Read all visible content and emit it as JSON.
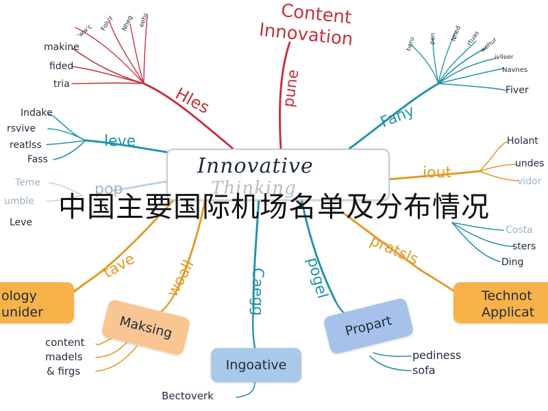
{
  "center": {
    "title": "Innovative",
    "subtitle": "Thinking"
  },
  "overlay_title": "中国主要国际机场名单及分布情况",
  "branches": {
    "top": {
      "title_line1": "Content",
      "title_line2": "Innovation",
      "branch_label": "pune"
    },
    "top_left": {
      "branch_label": "Hles",
      "leaves": [
        "makine",
        "fided",
        "tria"
      ],
      "small_leaves": [
        "'ww'c",
        "Foluy",
        "Nheg",
        "eehs"
      ]
    },
    "top_right": {
      "branch_label": "Fany",
      "leaves": [
        "Fiver",
        "Navnes",
        "ivlleer",
        "wehur"
      ],
      "small_leaves": [
        "heru",
        "pen",
        "Nhed",
        "rtuas"
      ]
    },
    "left_upper": {
      "branch_label": "leve",
      "leaves": [
        "Indake",
        "rsvive",
        "reatlss",
        "Fass"
      ]
    },
    "left_lower": {
      "branch_label": "pop",
      "leaves": [
        "Teme",
        "umble",
        "Leve"
      ]
    },
    "right_upper": {
      "branch_label": "iout",
      "leaves": [
        "Holant",
        "undes",
        "vidor"
      ]
    },
    "right_lower": {
      "branch_label": "pratsls",
      "leaves": [
        "Costa",
        "sters",
        "Ding"
      ]
    },
    "bottom_left": {
      "node_line1": "ology",
      "node_line2": "unider",
      "branch_label": "tave"
    },
    "bottom_mid_left": {
      "node": "Maksing",
      "branch_label": "woall",
      "leaves": [
        "content",
        "madels",
        "& firgs"
      ]
    },
    "bottom_center": {
      "node": "Ingoative",
      "branch_label": "Caegg",
      "leaf": "Bectoverk"
    },
    "bottom_mid_right": {
      "node": "Propart",
      "branch_label": "pogel",
      "leaves": [
        "pediness",
        "sofa"
      ]
    },
    "bottom_right": {
      "node_line1": "Technot",
      "node_line2": "Applicat"
    }
  },
  "colors": {
    "red": "#c2333f",
    "teal": "#2293a8",
    "orange": "#e39a26",
    "dark": "#1e2a3a"
  }
}
